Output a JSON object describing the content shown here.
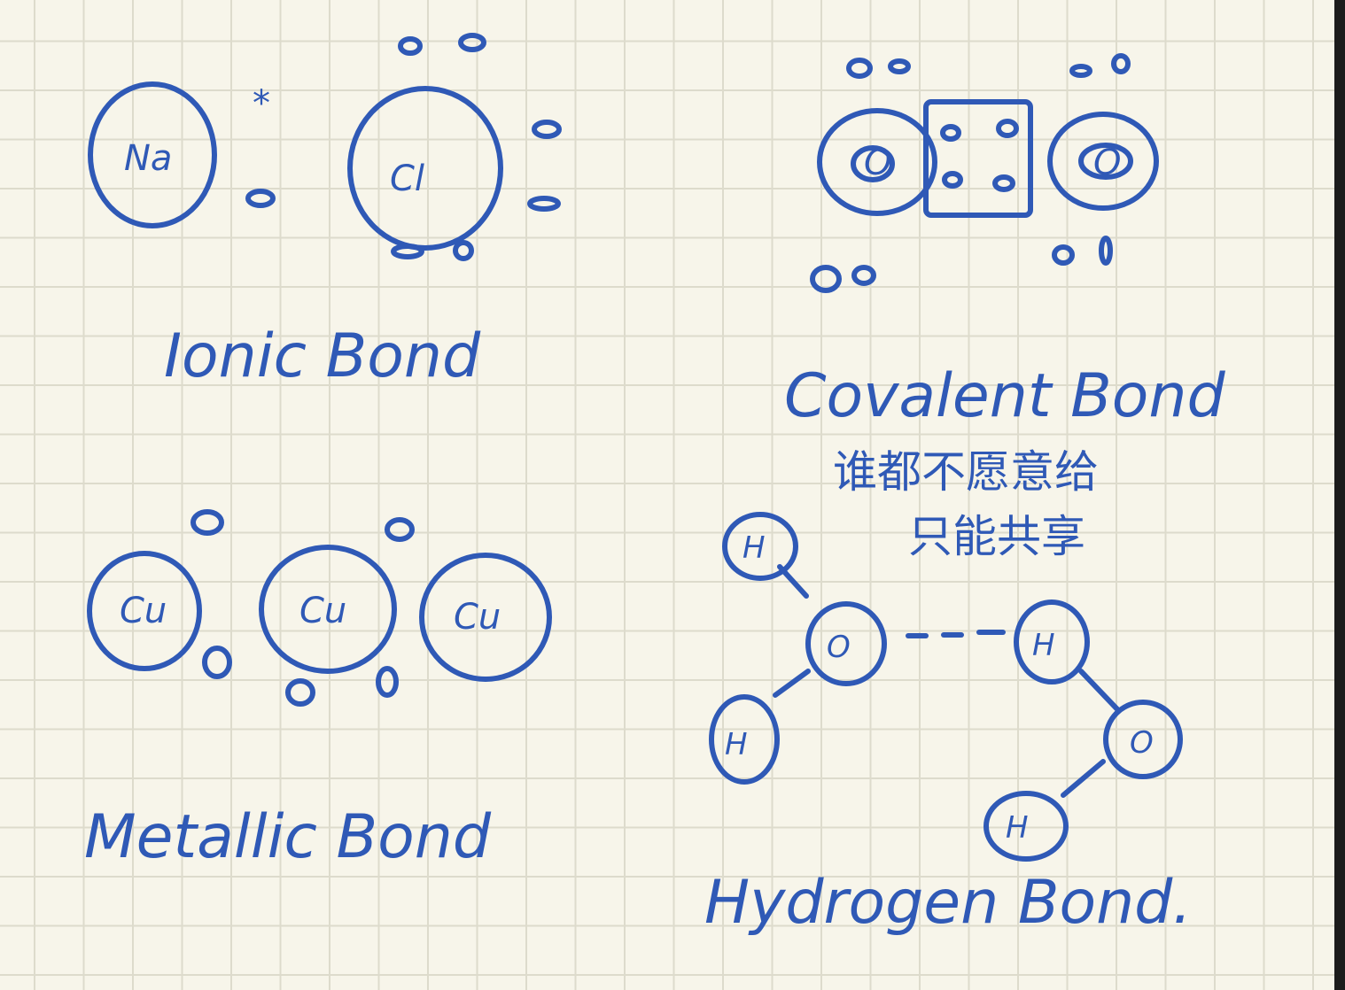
{
  "colors": {
    "ink": "#2f59b6",
    "paper": "#f7f5ea",
    "grid": "#dddbcc"
  },
  "ionic": {
    "atom1": "Na",
    "atom2": "Cl",
    "star": "*",
    "title": "Ionic Bond"
  },
  "covalent": {
    "atom1": "O",
    "atom2": "O",
    "title": "Covalent Bond",
    "note_line1": "谁都不愿意给",
    "note_line2": "只能共享"
  },
  "metallic": {
    "atom1": "Cu",
    "atom2": "Cu",
    "atom3": "Cu",
    "title": "Metallic Bond"
  },
  "hydrogen": {
    "h1": "H",
    "o1": "O",
    "h2": "H",
    "h3": "H",
    "o2": "O",
    "h4": "H",
    "title": "Hydrogen Bond."
  }
}
